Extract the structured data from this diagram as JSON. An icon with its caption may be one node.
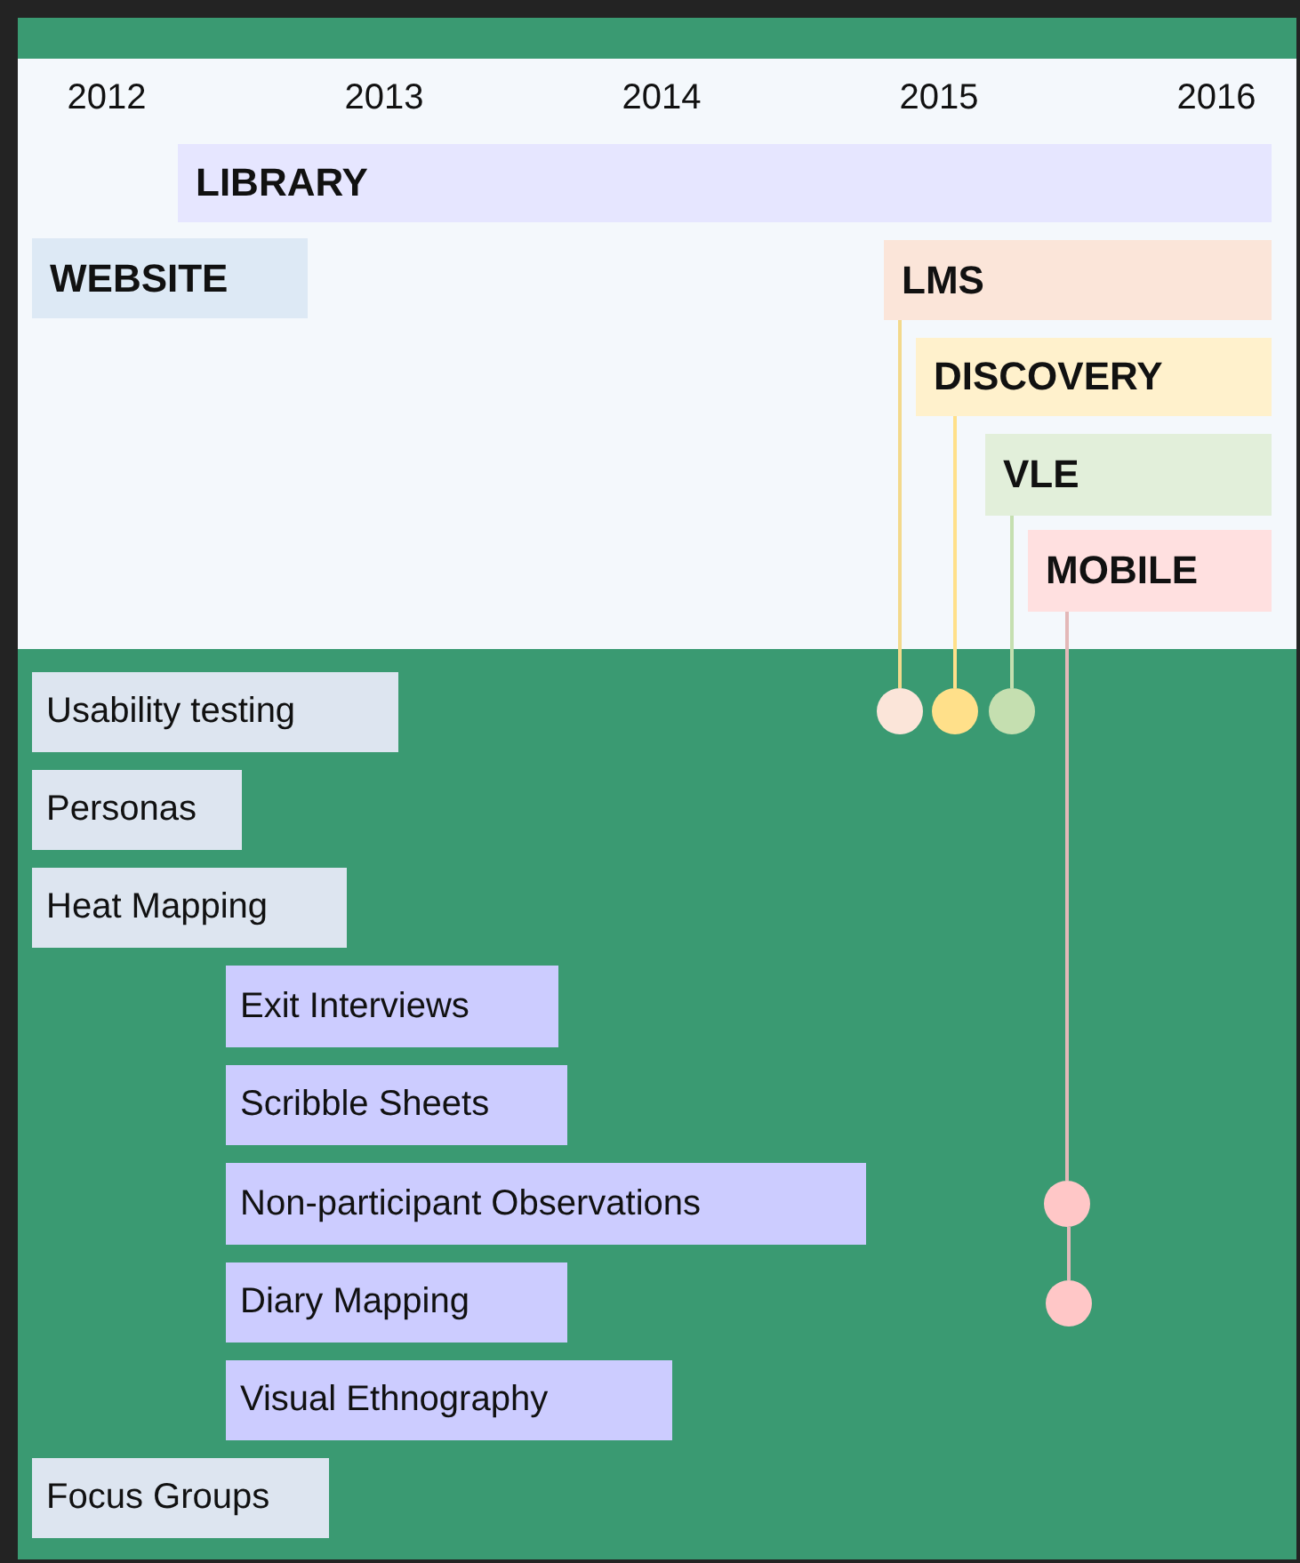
{
  "diagram": {
    "nodes": [
      {
        "text": [
          "LIBRARY"
        ]
      },
      {
        "text": [
          "WEBSITE"
        ]
      },
      {
        "text": [
          "LMS"
        ]
      },
      {
        "text": [
          "DISCOVERY"
        ]
      },
      {
        "text": [
          "VLE"
        ]
      },
      {
        "text": [
          "MOBILE"
        ]
      },
      {
        "text": [
          "Usability testing"
        ]
      },
      {
        "text": [],
        "shape": "circle"
      },
      {
        "text": [],
        "shape": "circle"
      },
      {
        "text": [],
        "shape": "circle"
      },
      {
        "text": [
          "Personas"
        ]
      },
      {
        "text": [
          "Heat Mapping"
        ]
      },
      {
        "text": [
          "Exit Interviews"
        ]
      },
      {
        "text": [
          "Scribble Sheets"
        ]
      },
      {
        "text": [
          "Non-participant Observations"
        ]
      },
      {
        "text": [],
        "shape": "circle"
      },
      {
        "text": [
          "Diary Mapping"
        ]
      },
      {
        "text": [],
        "shape": "circle"
      },
      {
        "text": [
          "Visual Ethnography"
        ]
      },
      {
        "text": [
          "Focus Groups"
        ]
      }
    ],
    "edges": [
      {
        "from": 2,
        "to": 7,
        "arrow": "none",
        "color": "#f3d98c"
      },
      {
        "from": 3,
        "to": 8,
        "arrow": "none",
        "color": "#ffe08a"
      },
      {
        "from": 4,
        "to": 9,
        "arrow": "none",
        "color": "#c5dfb0"
      },
      {
        "from": 5,
        "to": 15,
        "arrow": "none",
        "color": "#e3b8b8"
      },
      {
        "from": 15,
        "to": 17,
        "arrow": "none",
        "color": "#e3b8b8"
      }
    ],
    "labels": [
      "2012",
      "2013",
      "2014",
      "2015",
      "2016"
    ]
  }
}
